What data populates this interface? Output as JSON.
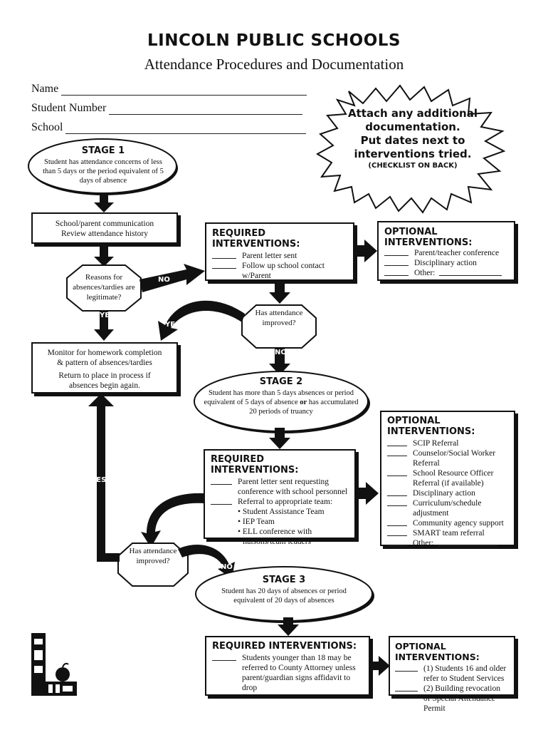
{
  "header": {
    "title": "LINCOLN PUBLIC SCHOOLS",
    "subtitle": "Attendance Procedures and Documentation"
  },
  "fields": [
    {
      "label": "Name"
    },
    {
      "label": "Student Number"
    },
    {
      "label": "School"
    }
  ],
  "burst": {
    "line1": "Attach any additional",
    "line2": "documentation.",
    "line3": "Put dates next to",
    "line4": "interventions tried.",
    "line5": "(CHECKLIST ON BACK)"
  },
  "stage1": {
    "title": "STAGE 1",
    "text": "Student has attendance concerns of less than 5 days or the period equivalent of 5 days of absence"
  },
  "school_comm": {
    "line1": "School/parent communication",
    "line2": "Review attendance history"
  },
  "decision1": {
    "text": "Reasons for absences/tardies are legitimate?"
  },
  "decision2": {
    "text": "Has attendance improved?"
  },
  "decision3": {
    "text": "Has attendance improved?"
  },
  "labels": {
    "yes": "YES",
    "no": "NO"
  },
  "req1": {
    "title": "REQUIRED INTERVENTIONS:",
    "items": [
      "Parent letter sent",
      "Follow up school contact w/Parent"
    ]
  },
  "opt1": {
    "title": "OPTIONAL INTERVENTIONS:",
    "items": [
      "Parent/teacher conference",
      "Disciplinary action",
      "Other:"
    ]
  },
  "monitor": {
    "line1": "Monitor for homework completion",
    "line2": "& pattern of absences/tardies",
    "line3": "Return to place in process if",
    "line4": "absences begin again."
  },
  "stage2": {
    "title": "STAGE 2",
    "text_a": "Student has more than 5 days absences or period equivalent of 5 days of absence ",
    "text_or": "or",
    "text_b": " has accumulated 20 periods of truancy"
  },
  "req2": {
    "title": "REQUIRED INTERVENTIONS:",
    "item1": "Parent letter sent requesting conference with school personnel",
    "item2": "Referral to appropriate team:",
    "bullets": [
      "Student Assistance Team",
      "IEP Team",
      "ELL conference with liaisons/team leaders"
    ]
  },
  "opt2": {
    "title": "OPTIONAL INTERVENTIONS:",
    "items": [
      "SCIP Referral",
      "Counselor/Social  Worker Referral",
      "School Resource Officer Referral (if available)",
      "Disciplinary action",
      "Curriculum/schedule adjustment",
      "Community agency support",
      "SMART team referral",
      "Other:"
    ]
  },
  "stage3": {
    "title": "STAGE 3",
    "text": "Student has 20 days of absences or period equivalent of 20 days of absences"
  },
  "req3": {
    "title": "REQUIRED INTERVENTIONS:",
    "text": "Students younger than 18 may be referred to County Attorney unless parent/guardian signs affidavit to drop"
  },
  "opt3": {
    "title": "OPTIONAL INTERVENTIONS:",
    "item1": "(1) Students 16 and older refer to Student Services",
    "item2": "(2) Building revocation of Special Attendance Permit"
  }
}
